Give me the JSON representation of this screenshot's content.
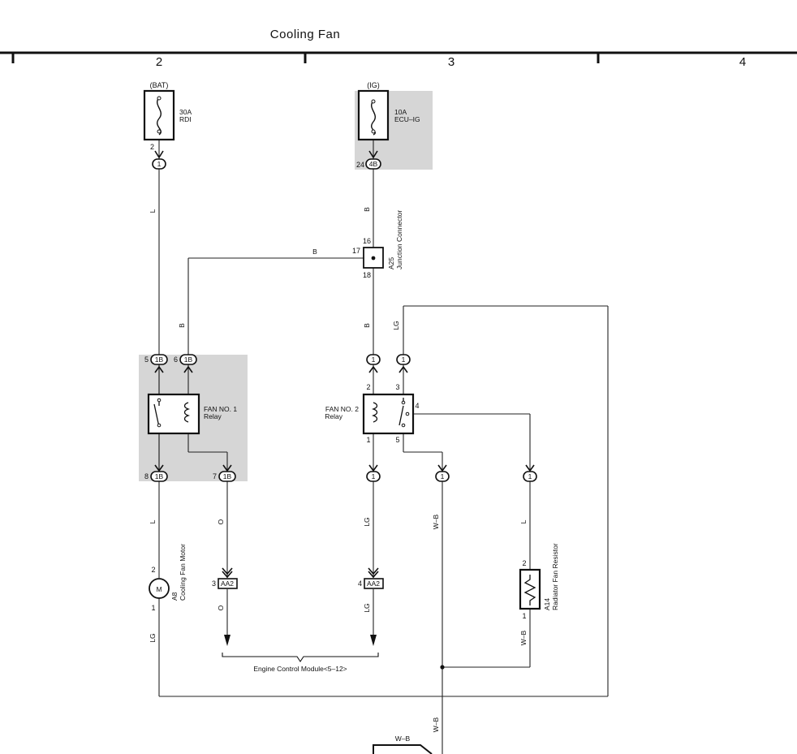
{
  "title": "Cooling Fan",
  "columns": [
    "2",
    "3",
    "4"
  ],
  "fuses": {
    "bat": {
      "supply": "(BAT)",
      "rating": "30A",
      "name": "RDI",
      "pin": "2",
      "connector": "1"
    },
    "ig": {
      "supply": "(IG)",
      "rating": "10A",
      "name": "ECU–IG",
      "pin": "24",
      "connector": "4B"
    }
  },
  "junction": {
    "code": "A25",
    "name": "Junction Connector",
    "pins": [
      "16",
      "17",
      "18"
    ]
  },
  "relay1": {
    "name": "FAN NO. 1",
    "type": "Relay",
    "pins": {
      "p5": "5",
      "p6": "6",
      "p8": "8",
      "p7": "7"
    },
    "connector": "1B"
  },
  "relay2": {
    "name": "FAN NO. 2",
    "type": "Relay",
    "pins": {
      "p2": "2",
      "p3": "3",
      "p4": "4",
      "p1": "1",
      "p5": "5"
    },
    "connector": "1"
  },
  "motor": {
    "code": "A8",
    "name": "Cooling Fan Motor",
    "symbol": "M",
    "pins": [
      "2",
      "1"
    ]
  },
  "resistor": {
    "code": "A14",
    "name": "Radiator Fan Resistor",
    "pins": [
      "2",
      "1"
    ]
  },
  "ecm": {
    "label": "Engine Control Module<5–12>",
    "connector": "AA2",
    "pins": [
      "3",
      "4"
    ]
  },
  "wire_colors": {
    "L": "L",
    "B": "B",
    "LG": "LG",
    "O": "O",
    "WB": "W–B"
  }
}
